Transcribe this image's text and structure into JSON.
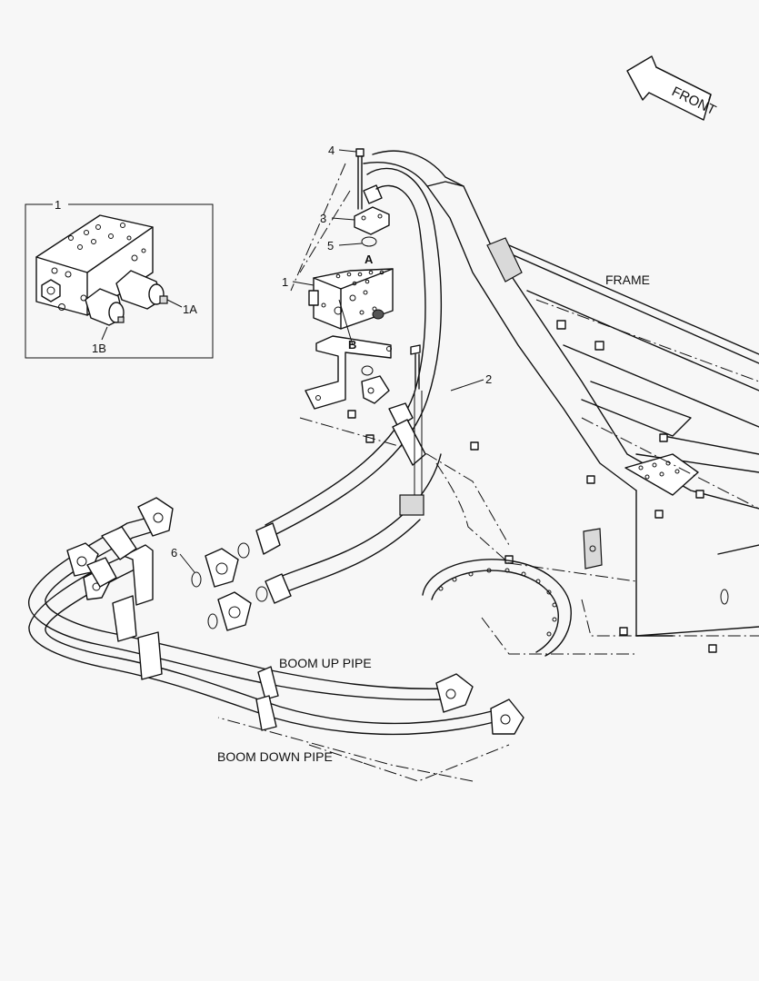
{
  "labels": {
    "front": "FRONT",
    "frame": "FRAME",
    "boom_up_pipe": "BOOM UP PIPE",
    "boom_down_pipe": "BOOM DOWN PIPE",
    "inset_callout": "1",
    "inset_1a": "1A",
    "inset_1b": "1B",
    "callout_1": "1",
    "callout_2": "2",
    "callout_3": "3",
    "callout_4": "4",
    "callout_5": "5",
    "callout_6": "6",
    "port_a": "A",
    "port_b": "B"
  }
}
